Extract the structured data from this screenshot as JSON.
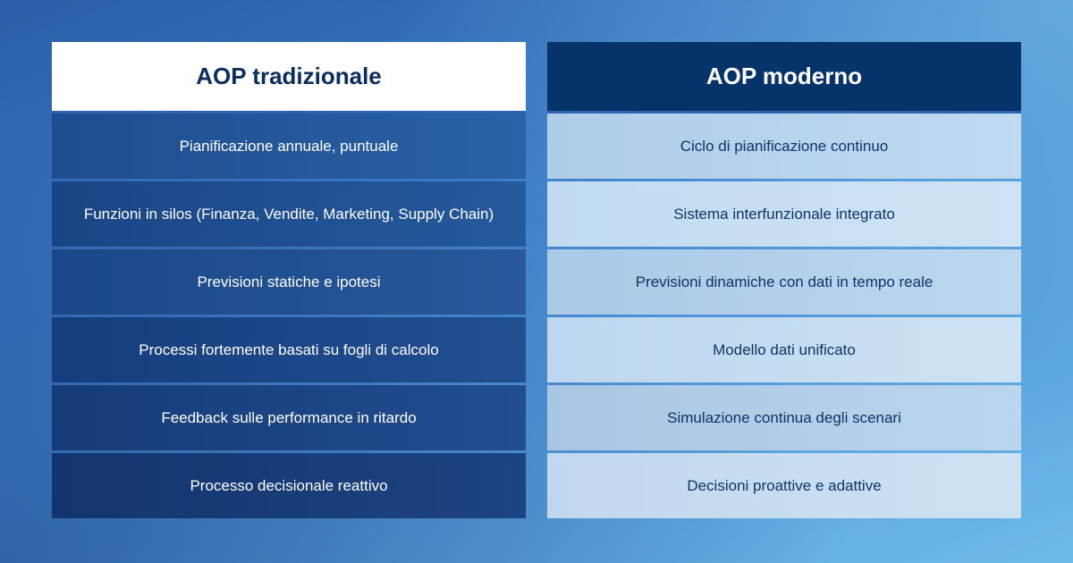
{
  "traditional": {
    "title": "AOP tradizionale",
    "items": [
      "Pianificazione annuale, puntuale",
      "Funzioni in silos (Finanza, Vendite, Marketing, Supply Chain)",
      "Previsioni statiche e ipotesi",
      "Processi fortemente basati su fogli di calcolo",
      "Feedback sulle performance in ritardo",
      "Processo decisionale reattivo"
    ]
  },
  "modern": {
    "title": "AOP moderno",
    "items": [
      "Ciclo di pianificazione continuo",
      "Sistema interfunzionale integrato",
      "Previsioni dinamiche con dati in tempo reale",
      "Modello dati unificato",
      "Simulazione continua degli scenari",
      "Decisioni proattive e adattive"
    ]
  },
  "colors": {
    "traditional_header_bg": "#ffffff",
    "traditional_header_text": "#0b2d5f",
    "modern_header_bg": "#07336b",
    "modern_header_text": "#ffffff",
    "traditional_row_bg": "#1e4d8f",
    "modern_row_bg": "#bcd7ee"
  }
}
